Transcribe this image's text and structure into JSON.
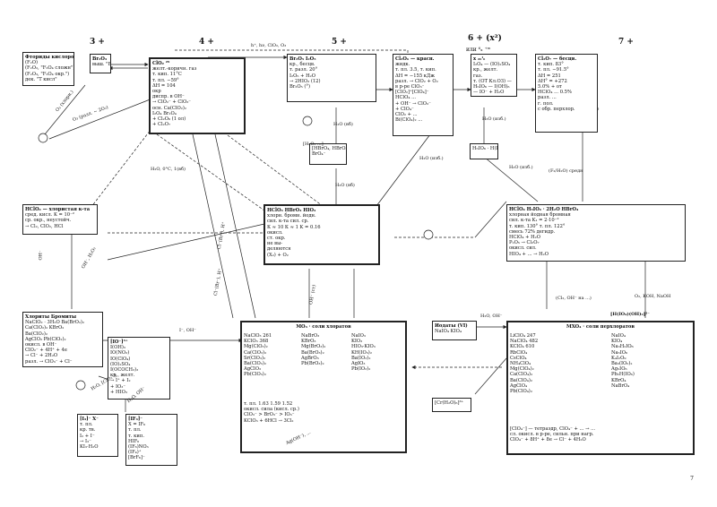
{
  "headers": [
    "3 +",
    "4 +",
    "5 +",
    "6 + (x²)",
    "7 +"
  ],
  "headers_sub": [
    "или ⁶ₓ ⁺ᵐ"
  ],
  "boxes": {
    "b1": [
      "Фториды кислорода",
      "(F₂O)",
      "(F₂O₂, \"F₂O₄ сложн\")",
      "(F₂O₃, \"F₂O₄ окр.\")",
      "дек. \"Т кисл\""
    ],
    "b2": [
      "Br₂O₃",
      "выш. \"Br\""
    ],
    "b3": [
      "ClO₂  ²⁹",
      "желт.-коричн. газ",
      "т. кип. 11°С",
      "т. пл. −59°",
      "ΔH = 104",
      "окр",
      "диспр. в ОН⁻",
      "→ ClO₂⁻ + ClO₃⁻",
      "осн. Ca(ClO₂)₂",
      "I₂O₄  Br₂O₄",
      "+ Cl₂O₆ (1 ол)",
      "+ Cl₂O₇"
    ],
    "b4": [
      "Br₂O₅  I₂O₅",
      "кр., бесцв.",
      "т. разл. 20°",
      "I₂O₅ + Н₂О",
      "→ 2HIO₃ (12)",
      "Br₂O₅ (°)"
    ],
    "b5": [
      "Cl₂O₆  — красн.",
      "жидк.",
      "т. пл. 3.5, т. кип.",
      "ΔH = −155 кДж",
      "разл. → ClO₂ + O₂",
      "в р-ре ClO₃⁻",
      "[ClO₂]⁺[ClO₄]⁻",
      "HClO₄ ...",
      "+ OH⁻ → ClO₃⁻",
      "+ ClO₄⁻",
      "ClO₂ + ...",
      "Bi(ClO₄)₂ ..."
    ],
    "b6": [
      "х ₂₆ᴵ₆",
      "I₂O₄ — (IO)₂SO₄",
      "кр., желт.",
      "газ.",
      "т. (ОТ Кл.ОЗ) —",
      "H₅IO₆ — I(OH)₆",
      "— IO⁻ + H₂O"
    ],
    "b7": [
      "Cl₂O₇ — бесцв.",
      "т. кип. 83°",
      "т. пл. −91.5°",
      "ΔH = 251",
      "ΔH° = +272",
      "5.0% + от",
      "HClO₄ ... 0.5%",
      "разл. ...",
      "г. пол.",
      "с обр. перхлор."
    ],
    "b8": [
      "[HBrO₄, HBrO₄]",
      "BrO₄⁻"
    ],
    "b9": [
      "H₅IO₆ · H(IO₄)"
    ],
    "b10": [
      "HClO₂ — хлористая к-та",
      "сред. кисл. K = 10⁻²",
      "ср. окр., неустойч.",
      "→ Cl₂, ClO₂, HCl"
    ],
    "b11": [
      "HClO₃   HBrO₃   HIO₃",
      "хлорн.   бромн.   йодн.",
      "сил. к-та   сил.   ср.",
      "К ≈ 10   К ≈ 1   K = 0.16",
      "окисл.",
      "ст. окр.",
      "не вы-",
      "деляются",
      "(X₂) + O₂"
    ],
    "b12": [
      "HClO₄   H₅IO₆ · 2H₂O   HBrO₄",
      "хлорная   йодная   бромная",
      "сил. к-та   K₁ = 2·10⁻²",
      "т. кип. 130°  т. пл. 122°",
      "смесь 72%  дегидр.",
      "HClO₄ + H₂O",
      "P₂O₅ → Cl₂O₇",
      "окисл. сил.",
      "HIO₄ + ... → H₂O"
    ],
    "b13": [
      "Хлориты   Бромиты",
      "NaClO₂ · 3H₂O  Ba(BrO₂)₂",
      "Ca(ClO₂)₂  KBrO₂",
      "Ba(ClO₂)₂",
      "AgClO₂   Pb(ClO₂)₂",
      "окисл. в ОН⁻",
      "ClO₂⁻ + 4H⁺ + 4е",
      "→ Cl⁻ + 2H₂O",
      "разл. → ClO₃⁻ + Cl⁻"
    ],
    "b14": [
      "[IO⁻]³⁺",
      "I(OH)₃",
      "IO(NO₃)",
      "IO(ClO₄)",
      "(IO)₂SO₄",
      "I(OCOCH₃)₃",
      "кр., желт.",
      "→ I⁺ + I₂",
      "+ IO₃⁻",
      "+ HIO₃"
    ],
    "b15": [
      "[I₃]⁻  X⁻",
      "т. пл.",
      "кр. тв.",
      "I₂ + I⁻",
      "→ I₃⁻",
      "KI₃·H₂O"
    ],
    "b16": [
      "[IF₆]⁻",
      "X = IF₆",
      "т. пл.",
      "т. кип.",
      "HIF₆",
      "(IF₆)NO₃",
      "(IF₄)⁺",
      "[BrF₆]⁻"
    ],
    "b17": {
      "title": "MO₃ · соли хлоратов",
      "c1": [
        "NaClO₃   261",
        "KClO₃   368",
        "Mg(ClO₃)₂",
        "Ca(ClO₃)₂",
        "Sr(ClO₃)₂",
        "Ba(ClO₃)₂",
        "AgClO₃",
        "Pb(ClO₃)₂"
      ],
      "c2": [
        "NaBrO₃",
        "KBrO₃",
        "Mg(BrO₃)₂",
        "Ba(BrO₃)₂",
        "AgBrO₃",
        "Pb(BrO₃)₂"
      ],
      "c3": [
        "NaIO₃",
        "KIO₃",
        "HIO₃·KIO₃",
        "KH(IO₃)₂",
        "Ba(IO₃)₂",
        "AgIO₃",
        "Pb(IO₃)₂"
      ],
      "bottom": [
        "т. пл. 1.63  1.59  1.52",
        "окисл. сила (кисл. ср.)",
        "ClO₃⁻ > BrO₃⁻ > IO₃⁻",
        "KClO₃ + 6HCl → 3Cl₂"
      ]
    },
    "b18": [
      "Иодаты (VI)",
      "NaIO₄  KIO₄"
    ],
    "b19": [
      "[Cr(H₂O)₆]³⁺"
    ],
    "b20": {
      "title": "MXO₄ · соли перхлоратов",
      "c1": [
        "LiClO₄   247",
        "NaClO₄   482",
        "KClO₄   610",
        "RbClO₄",
        "CsClO₄",
        "NH₄ClO₄",
        "Mg(ClO₄)₂",
        "Ca(ClO₄)₂",
        "Ba(ClO₄)₂",
        "AgClO₄",
        "Pb(ClO₄)₂"
      ],
      "c2": [
        "NaIO₄",
        "KIO₄",
        "Na₃H₂IO₆",
        "Na₅IO₆",
        "K₄I₂O₉",
        "Ba₃(IO₅)₂",
        "Ag₅IO₆",
        "Pb₂H(IO₆)",
        "KBrO₄",
        "NaBrO₄"
      ],
      "bottom": [
        "[ClO₄⁻] — тетраэдр, ClO₄⁻ + ... → ...",
        "сл. окисл. в р-ре, сильн. при нагр.",
        "ClO₄⁻ + 8H⁺ + 8e → Cl⁻ + 4H₂O"
      ]
    }
  },
  "labels": [
    "h⁺, hν, ClO₂, O₃",
    "O₃ (хлорн.)",
    "O₃ (разл. ~ 2O₂)",
    "H₂O, 0°С, 1(вб)",
    "[H₂O₂ ...]",
    "H₂O (вб)",
    "H₂O (вб)",
    "H₂O (изб.)",
    "H₂O (изб.)",
    "H₂O (изб.)",
    "(F₂/H₂O) средн",
    "OH⁻",
    "OH⁻, H₂O₂",
    "I⁻, OH⁻",
    "Cl⁻(Br⁻), H⁺",
    "Cl⁻(Br⁻), H⁺",
    "OH⁻ (ст)",
    "(Cl₂, ОН⁻ на ...)",
    "O₂, KOH, NaOH",
    "[H(IO₄)(OH)₂]²⁻",
    "H₂O, OH⁻",
    "Ag(OH⁻), ...",
    "H₂O, [ClO₂⁻]",
    "H₂O, OH⁻"
  ],
  "page_number": "7"
}
